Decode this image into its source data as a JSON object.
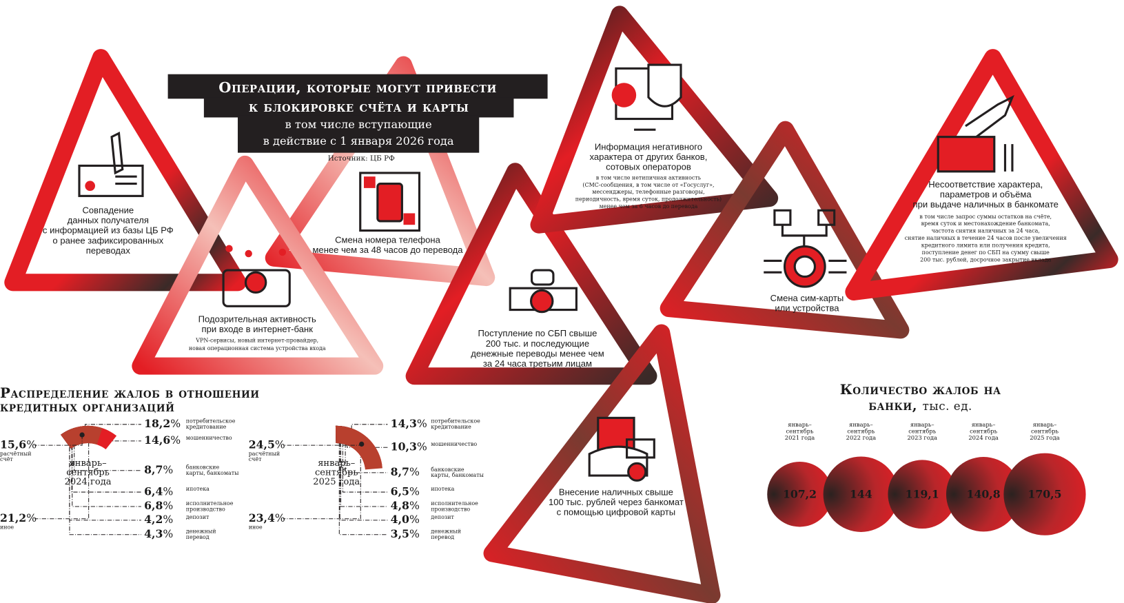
{
  "colors": {
    "red": "#e31e24",
    "dark": "#231f20",
    "brown": "#a84a36"
  },
  "title": {
    "line1": "Операции, которые могут привести",
    "line2": "к блокировке счёта и карты",
    "sub1": "в том числе вступающие",
    "sub2": "в действие с 1 января 2026 года",
    "source": "Источник: ЦБ РФ"
  },
  "cards": [
    {
      "lines": [
        "Совпадение",
        "данных получателя",
        "с информацией из базы ЦБ РФ",
        "о ранее зафиксированных",
        "переводах"
      ],
      "icon": "signature-card-icon"
    },
    {
      "lines": [
        "Смена номера телефона",
        "менее чем за 48 часов до перевода"
      ],
      "icon": "qr-phone-icon"
    },
    {
      "lines": [
        "Подозрительная активность",
        "при входе в интернет-банк"
      ],
      "small": [
        "VPN-сервисы, новый интернет-провайдер,",
        "новая операционная система устройства входа"
      ],
      "icon": "laptop-ruble-icon"
    },
    {
      "lines": [
        "Поступление по СБП свыше",
        "200 тыс. и последующие",
        "денежные переводы менее чем",
        "за 24 часа третьим лицам"
      ],
      "icon": "money-transfer-icon"
    },
    {
      "lines": [
        "Информация негативного",
        "характера от других банков,",
        "сотовых операторов"
      ],
      "small": [
        "в том числе нетипичная активность",
        "(СМС-сообщения, в том числе от «Госуслуг»,",
        "мессенджеры, телефонные разговоры,",
        "периодичность, время суток, продолжительность)",
        "менее чем за 6 часов до перевода"
      ],
      "icon": "monitor-mask-icon"
    },
    {
      "lines": [
        "Смена сим-карты",
        "или устройства"
      ],
      "icon": "sim-chip-icon"
    },
    {
      "lines": [
        "Несоответствие характера,",
        "параметров и объёма",
        "при выдаче наличных в банкомате"
      ],
      "small": [
        "в том числе запрос суммы остатков на счёте,",
        "время суток и местонахождение банкомата,",
        "частота снятия наличных за 24 часа,",
        "снятие наличных в течение 24 часов после увеличения",
        "кредитного лимита или получения кредита,",
        "поступление денег по СБП на сумму свыше",
        "200 тыс. рублей, досрочное закрытие вклада"
      ],
      "icon": "atm-cash-icon"
    },
    {
      "lines": [
        "Внесение наличных свыше",
        "100 тыс. рублей через банкомат",
        "с помощью цифровой карты"
      ],
      "icon": "cash-bag-icon"
    }
  ],
  "chart_data": [
    {
      "type": "pie",
      "title": "Распределение жалоб в отношении кредитных организаций",
      "center_label": [
        "январь–",
        "сентябрь",
        "2024 года"
      ],
      "slices": [
        {
          "label": "потребительское кредитование",
          "value": 18.2,
          "text": "18,2"
        },
        {
          "label": "мошенничество",
          "value": 14.6,
          "text": "14,6"
        },
        {
          "label": "банковские карты, банкоматы",
          "value": 8.7,
          "text": "8,7"
        },
        {
          "label": "ипотека",
          "value": 6.4,
          "text": "6,4"
        },
        {
          "label": "исполнительное производство",
          "value": 6.8,
          "text": "6,8"
        },
        {
          "label": "депозит",
          "value": 4.2,
          "text": "4,2"
        },
        {
          "label": "денежный перевод",
          "value": 4.3,
          "text": "4,3"
        },
        {
          "label": "иное",
          "value": 21.2,
          "text": "21,2"
        },
        {
          "label": "расчётный счёт",
          "value": 15.6,
          "text": "15,6"
        }
      ]
    },
    {
      "type": "pie",
      "center_label": [
        "январь–",
        "сентябрь",
        "2025 года"
      ],
      "slices": [
        {
          "label": "потребительское кредитование",
          "value": 14.3,
          "text": "14,3"
        },
        {
          "label": "мошенничество",
          "value": 10.3,
          "text": "10,3"
        },
        {
          "label": "банковские карты, банкоматы",
          "value": 8.7,
          "text": "8,7"
        },
        {
          "label": "ипотека",
          "value": 6.5,
          "text": "6,5"
        },
        {
          "label": "исполнительное производство",
          "value": 4.8,
          "text": "4,8"
        },
        {
          "label": "депозит",
          "value": 4.0,
          "text": "4,0"
        },
        {
          "label": "денежный перевод",
          "value": 3.5,
          "text": "3,5"
        },
        {
          "label": "иное",
          "value": 23.4,
          "text": "23,4"
        },
        {
          "label": "расчётный счёт",
          "value": 24.5,
          "text": "24,5"
        }
      ]
    },
    {
      "type": "scatter",
      "title": "Количество жалоб на банки,",
      "unit": "тыс. ед.",
      "categories": [
        [
          "январь–",
          "сентябрь",
          "2021 года"
        ],
        [
          "январь–",
          "сентябрь",
          "2022 года"
        ],
        [
          "январь–",
          "сентябрь",
          "2023 года"
        ],
        [
          "январь–",
          "сентябрь",
          "2024 года"
        ],
        [
          "январь–",
          "сентябрь",
          "2025 года"
        ]
      ],
      "values": [
        107.2,
        144,
        119.1,
        140.8,
        170.5
      ],
      "labels": [
        "107,2",
        "144",
        "119,1",
        "140,8",
        "170,5"
      ]
    }
  ],
  "pct_sign": "%"
}
